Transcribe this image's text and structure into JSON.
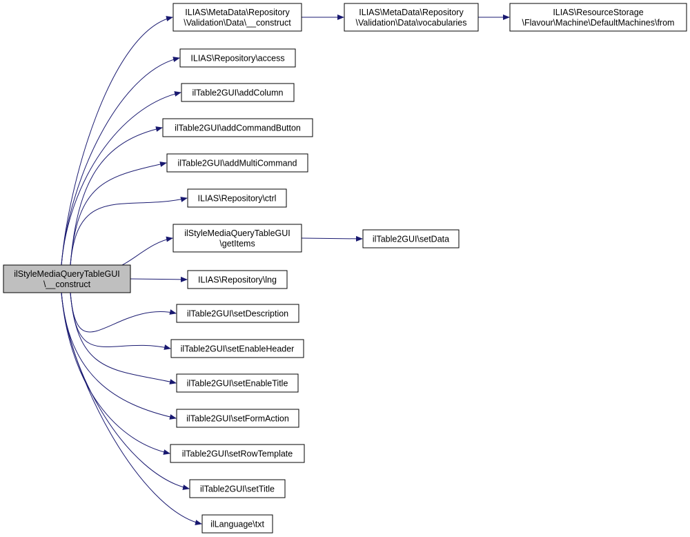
{
  "colors": {
    "edge": "#191970",
    "node_border": "#000000",
    "root_fill": "#bfbfbf",
    "node_fill": "#ffffff"
  },
  "nodes": [
    {
      "id": "root",
      "lines": [
        "ilStyleMediaQueryTableGUI",
        "\\__construct"
      ],
      "root": true
    },
    {
      "id": "md_construct",
      "lines": [
        "ILIAS\\MetaData\\Repository",
        "\\Validation\\Data\\__construct"
      ]
    },
    {
      "id": "md_vocab",
      "lines": [
        "ILIAS\\MetaData\\Repository",
        "\\Validation\\Data\\vocabularies"
      ]
    },
    {
      "id": "rs_from",
      "lines": [
        "ILIAS\\ResourceStorage",
        "\\Flavour\\Machine\\DefaultMachines\\from"
      ]
    },
    {
      "id": "repo_access",
      "lines": [
        "ILIAS\\Repository\\access"
      ]
    },
    {
      "id": "add_column",
      "lines": [
        "ilTable2GUI\\addColumn"
      ]
    },
    {
      "id": "add_cmd_btn",
      "lines": [
        "ilTable2GUI\\addCommandButton"
      ]
    },
    {
      "id": "add_multi_cmd",
      "lines": [
        "ilTable2GUI\\addMultiCommand"
      ]
    },
    {
      "id": "repo_ctrl",
      "lines": [
        "ILIAS\\Repository\\ctrl"
      ]
    },
    {
      "id": "get_items",
      "lines": [
        "ilStyleMediaQueryTableGUI",
        "\\getItems"
      ]
    },
    {
      "id": "set_data",
      "lines": [
        "ilTable2GUI\\setData"
      ]
    },
    {
      "id": "repo_lng",
      "lines": [
        "ILIAS\\Repository\\lng"
      ]
    },
    {
      "id": "set_desc",
      "lines": [
        "ilTable2GUI\\setDescription"
      ]
    },
    {
      "id": "set_enable_header",
      "lines": [
        "ilTable2GUI\\setEnableHeader"
      ]
    },
    {
      "id": "set_enable_title",
      "lines": [
        "ilTable2GUI\\setEnableTitle"
      ]
    },
    {
      "id": "set_form_action",
      "lines": [
        "ilTable2GUI\\setFormAction"
      ]
    },
    {
      "id": "set_row_tpl",
      "lines": [
        "ilTable2GUI\\setRowTemplate"
      ]
    },
    {
      "id": "set_title",
      "lines": [
        "ilTable2GUI\\setTitle"
      ]
    },
    {
      "id": "lang_txt",
      "lines": [
        "ilLanguage\\txt"
      ]
    }
  ],
  "edges": [
    {
      "from": "root",
      "to": "md_construct"
    },
    {
      "from": "md_construct",
      "to": "md_vocab"
    },
    {
      "from": "md_vocab",
      "to": "rs_from"
    },
    {
      "from": "root",
      "to": "repo_access"
    },
    {
      "from": "root",
      "to": "add_column"
    },
    {
      "from": "root",
      "to": "add_cmd_btn"
    },
    {
      "from": "root",
      "to": "add_multi_cmd"
    },
    {
      "from": "root",
      "to": "repo_ctrl"
    },
    {
      "from": "root",
      "to": "get_items"
    },
    {
      "from": "get_items",
      "to": "set_data"
    },
    {
      "from": "root",
      "to": "repo_lng"
    },
    {
      "from": "root",
      "to": "set_desc"
    },
    {
      "from": "root",
      "to": "set_enable_header"
    },
    {
      "from": "root",
      "to": "set_enable_title"
    },
    {
      "from": "root",
      "to": "set_form_action"
    },
    {
      "from": "root",
      "to": "set_row_tpl"
    },
    {
      "from": "root",
      "to": "set_title"
    },
    {
      "from": "root",
      "to": "lang_txt"
    }
  ]
}
